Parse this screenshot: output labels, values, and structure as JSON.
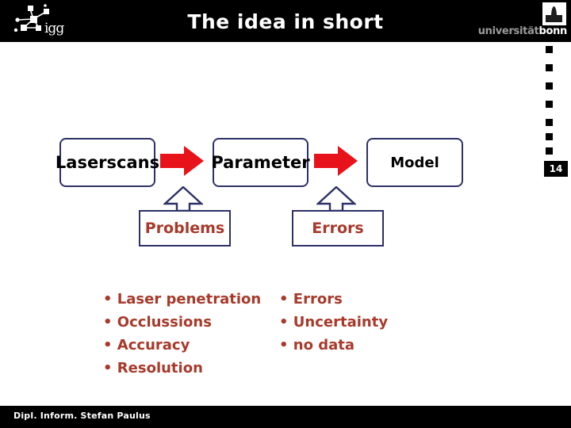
{
  "slide": {
    "title": "The idea in short",
    "page_number": "14",
    "footer": "Dipl. Inform. Stefan Paulus",
    "rail_square_count": 7
  },
  "logos": {
    "left": {
      "name": "igg-logo",
      "text": "igg"
    },
    "right": {
      "name": "universitaet-bonn-logo",
      "word_university": "universität",
      "word_city": "bonn"
    }
  },
  "colors": {
    "header_background": "#000000",
    "box_border": "#2e3066",
    "arrow_red": "#e8121a",
    "accent_red_text": "#a73a2b",
    "slide_background": "#ffffff",
    "title_text": "#ffffff"
  },
  "flow": {
    "boxes": [
      {
        "id": "laserscans",
        "label": "Laserscans"
      },
      {
        "id": "parameter",
        "label": "Parameter"
      },
      {
        "id": "model",
        "label": "Model"
      }
    ],
    "arrows": [
      {
        "id": "arrow-1",
        "direction": "right"
      },
      {
        "id": "arrow-2",
        "direction": "right"
      }
    ],
    "sub_boxes": [
      {
        "id": "problems",
        "label": "Problems"
      },
      {
        "id": "errors",
        "label": "Errors"
      }
    ],
    "up_arrows": [
      {
        "id": "uparrow-1",
        "direction": "up"
      },
      {
        "id": "uparrow-2",
        "direction": "up"
      }
    ]
  },
  "lists": {
    "left": {
      "bullet": "•",
      "items": [
        "Laser penetration",
        "Occlussions",
        "Accuracy",
        "Resolution"
      ]
    },
    "right": {
      "bullet": "•",
      "items": [
        "Errors",
        "Uncertainty",
        "no data"
      ]
    }
  }
}
